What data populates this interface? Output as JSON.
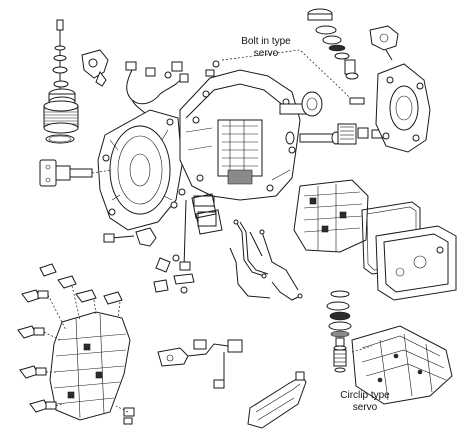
{
  "labels": {
    "bolt_servo_line1": "Bolt in type",
    "bolt_servo_line2": "servo",
    "circlip_servo_line1": "Circlip type",
    "circlip_servo_line2": "servo"
  }
}
